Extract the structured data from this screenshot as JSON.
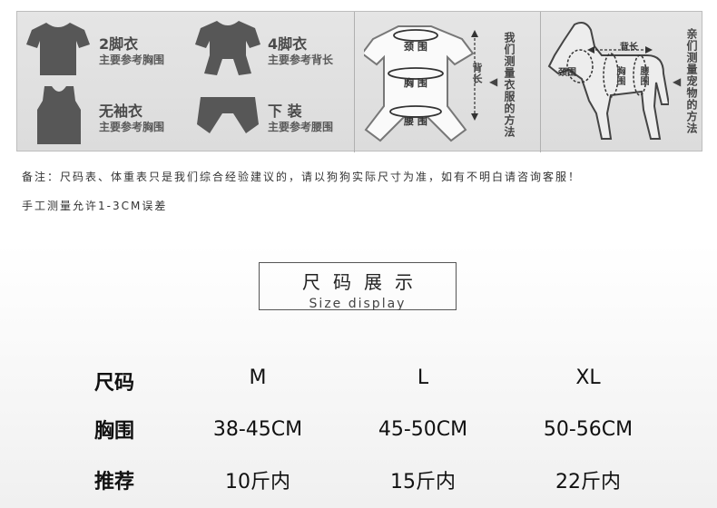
{
  "guide": {
    "garments": [
      {
        "title": "2脚衣",
        "subtitle": "主要参考胸围",
        "icon": "tshirt-icon"
      },
      {
        "title": "4脚衣",
        "subtitle": "主要参考背长",
        "icon": "four-leg-shirt-icon"
      },
      {
        "title": "无袖衣",
        "subtitle": "主要参考胸围",
        "icon": "tank-top-icon"
      },
      {
        "title": "下 装",
        "subtitle": "主要参考腰围",
        "icon": "pants-icon"
      }
    ],
    "clothes_diagram": {
      "neck": "颈 围",
      "chest": "胸 围",
      "waist": "腰 围",
      "back_length": "背长",
      "caption": "我们测量衣服的方法"
    },
    "dog_diagram": {
      "neck": "颈围",
      "back_length": "背长",
      "chest": "胸围",
      "waist": "腰围",
      "caption": "亲们测量宠物的方法"
    }
  },
  "notes": {
    "line1": "备注：尺码表、体重表只是我们综合经验建议的，请以狗狗实际尺寸为准，如有不明白请咨询客服！",
    "line2": "手工测量允许1-3CM误差"
  },
  "size_display": {
    "title_cn": "尺码展示",
    "title_en": "Size display",
    "rows": [
      {
        "label": "尺码",
        "values": [
          "M",
          "L",
          "XL"
        ]
      },
      {
        "label": "胸围",
        "values": [
          "38-45CM",
          "45-50CM",
          "50-56CM"
        ]
      },
      {
        "label": "推荐",
        "values": [
          "10斤内",
          "15斤内",
          "22斤内"
        ]
      }
    ]
  }
}
